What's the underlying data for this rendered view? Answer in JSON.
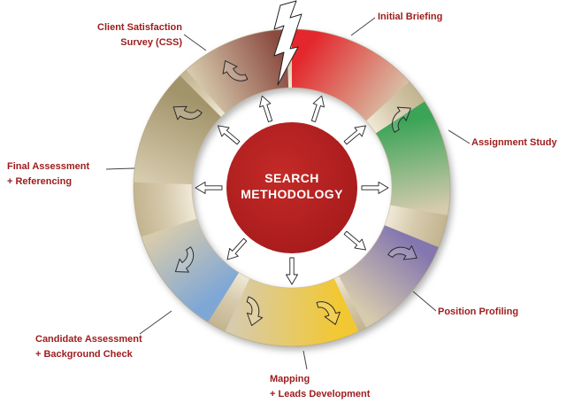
{
  "diagram": {
    "type": "circular-process-cycle",
    "title": "SEARCH METHODOLOGY"
  },
  "center": {
    "title_lines": [
      "SEARCH",
      "METHODOLOGY"
    ],
    "color": "#A81B1C",
    "color_light": "#C32A27",
    "text_color": "#FFFFFF"
  },
  "ring": {
    "base_color": "#D7CBAE",
    "inner_light": "#F2EBD9",
    "outer_dark": "#C3B48F"
  },
  "ui": {
    "label_color": "#9E1B1B",
    "background": "#FFFFFF"
  },
  "segments": [
    {
      "id": "initial-briefing",
      "color": "#E4272C",
      "label_lines": [
        "Initial Briefing"
      ]
    },
    {
      "id": "assignment-study",
      "color": "#3BA457",
      "label_lines": [
        "Assignment Study"
      ]
    },
    {
      "id": "position-profiling",
      "color": "#8477AF",
      "label_lines": [
        "Position Profiling"
      ]
    },
    {
      "id": "mapping-leads-development",
      "color": "#F2C832",
      "label_lines": [
        "Mapping",
        "+ Leads Development"
      ]
    },
    {
      "id": "candidate-assessment-background-check",
      "color": "#7FA7D6",
      "label_lines": [
        "Candidate Assessment",
        "+ Background Check"
      ]
    },
    {
      "id": "final-assessment-referencing",
      "color": "#A2946A",
      "label_lines": [
        "Final Assessment",
        "+ Referencing"
      ]
    },
    {
      "id": "client-satisfaction-survey",
      "color": "#8A4A40",
      "label_lines": [
        "Client Satisfaction",
        "Survey (CSS)"
      ]
    }
  ]
}
